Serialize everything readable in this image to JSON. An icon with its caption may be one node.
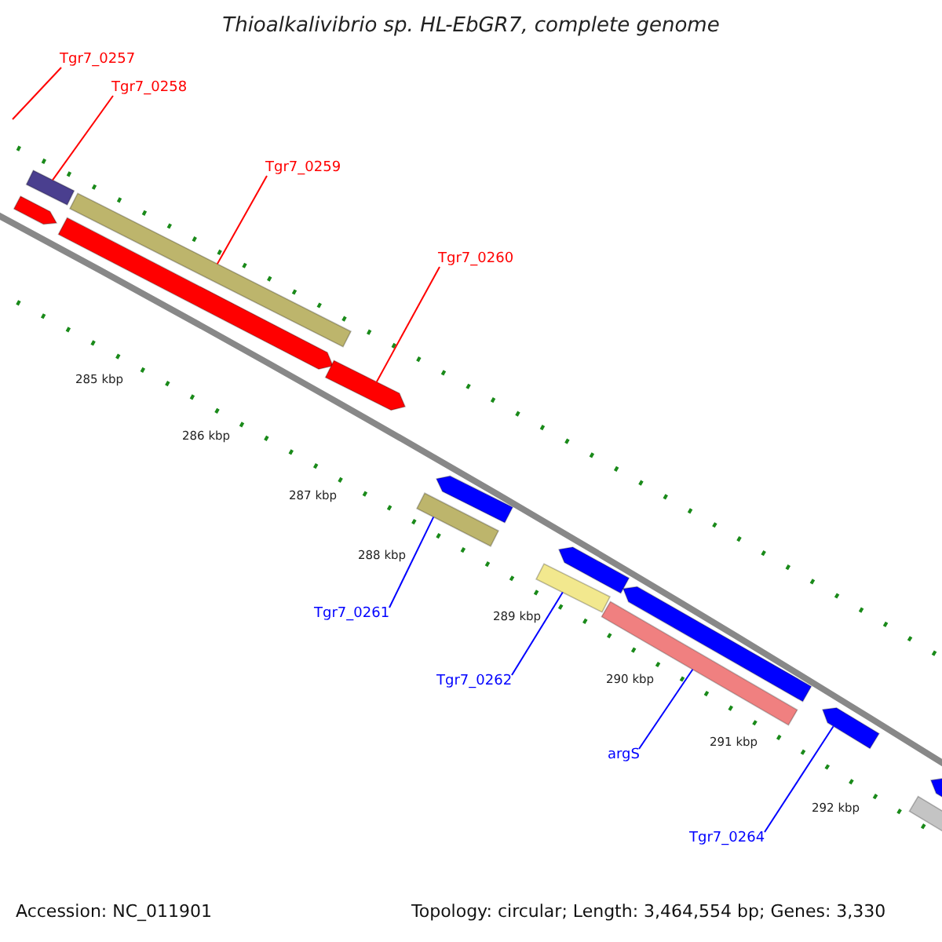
{
  "diagram": {
    "title": "Thioalkalivibrio sp. HL-EbGR7, complete genome",
    "nodes": [
      {
        "text": [
          "Tgr7_0257"
        ]
      },
      {
        "text": [
          "Tgr7_0258"
        ]
      },
      {
        "text": [
          "Tgr7_0259"
        ]
      },
      {
        "text": [
          "Tgr7_0260"
        ]
      },
      {
        "text": [
          "Tgr7_0261"
        ]
      },
      {
        "text": [
          "Tgr7_0262"
        ]
      },
      {
        "text": [
          "argS"
        ]
      },
      {
        "text": [
          "Tgr7_0264"
        ]
      },
      {
        "text": [],
        "shape": "arrow"
      },
      {
        "text": [],
        "shape": "bar"
      },
      {
        "text": [],
        "shape": "arrow"
      },
      {
        "text": [],
        "shape": "bar"
      },
      {
        "text": [],
        "shape": "arrow"
      },
      {
        "text": [],
        "shape": "bar"
      },
      {
        "text": [],
        "shape": "arrow"
      },
      {
        "text": [],
        "shape": "bar"
      },
      {
        "text": [],
        "shape": "arrow"
      },
      {
        "text": [],
        "shape": "bar"
      },
      {
        "text": [],
        "shape": "arrow"
      },
      {
        "text": [],
        "shape": "arrow"
      },
      {
        "text": [],
        "shape": "bar"
      },
      {
        "text": [],
        "shape": "arrow"
      }
    ],
    "edges": [
      {
        "from": 0,
        "to": null,
        "arrow": "none"
      },
      {
        "from": 1,
        "to": 9,
        "arrow": "none"
      },
      {
        "from": 2,
        "to": 11,
        "arrow": "none"
      },
      {
        "from": 3,
        "to": 12,
        "arrow": "none"
      },
      {
        "from": 4,
        "to": 13,
        "arrow": "none",
        "color": "#0000ff"
      },
      {
        "from": 5,
        "to": 15,
        "arrow": "none",
        "color": "#0000ff"
      },
      {
        "from": 6,
        "to": 17,
        "arrow": "none",
        "color": "#0000ff"
      },
      {
        "from": 7,
        "to": 19,
        "arrow": "none",
        "color": "#0000ff"
      }
    ],
    "labels": [
      "285 kbp",
      "286 kbp",
      "287 kbp",
      "288 kbp",
      "289 kbp",
      "290 kbp",
      "291 kbp",
      "292 kbp",
      "Accession: NC_011901",
      "Topology: circular; Length: 3,464,554 bp; Genes: 3,330"
    ]
  }
}
